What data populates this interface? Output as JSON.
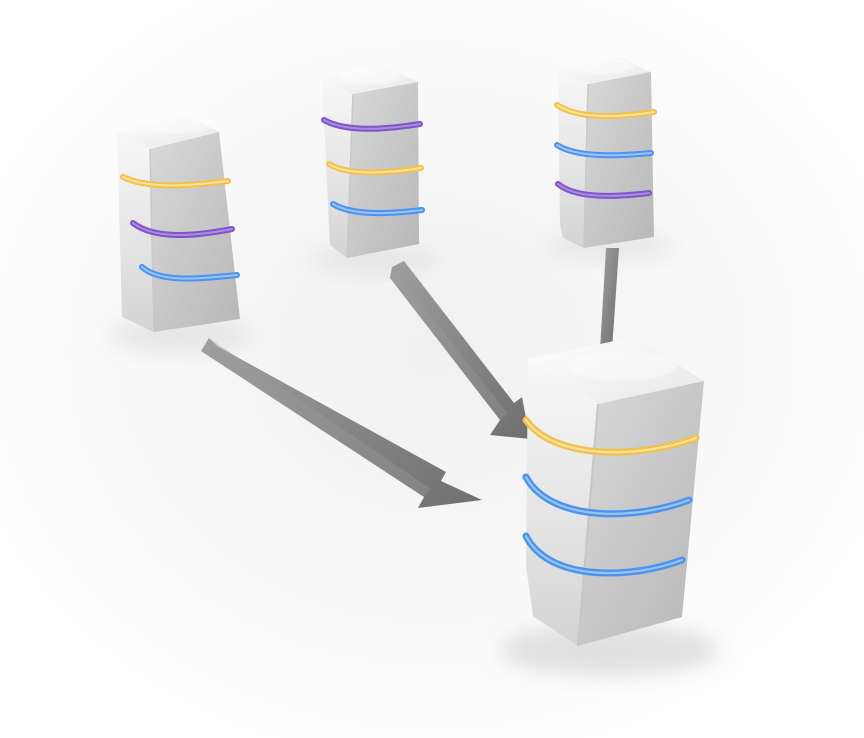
{
  "illustration": {
    "palette": {
      "background": "#ffffff",
      "box_light": "#f4f4f4",
      "box_mid": "#dcdcdc",
      "box_dark": "#b9b9b9",
      "arrow_light": "#a8a8a8",
      "arrow_dark": "#6f6f6f",
      "band_yellow": "#f2c04e",
      "band_purple": "#7f55c8",
      "band_blue": "#4c93ee"
    },
    "servers": [
      {
        "name": "source-server-left",
        "bands": [
          "yellow",
          "purple",
          "blue"
        ]
      },
      {
        "name": "source-server-middle",
        "bands": [
          "purple",
          "yellow",
          "blue"
        ]
      },
      {
        "name": "source-server-right",
        "bands": [
          "yellow",
          "blue",
          "purple"
        ]
      },
      {
        "name": "target-server",
        "bands": [
          "yellow",
          "blue",
          "blue"
        ]
      }
    ],
    "arrows": [
      {
        "from": "source-server-left",
        "to": "target-server"
      },
      {
        "from": "source-server-middle",
        "to": "target-server"
      },
      {
        "from": "source-server-right",
        "to": "target-server"
      }
    ]
  }
}
